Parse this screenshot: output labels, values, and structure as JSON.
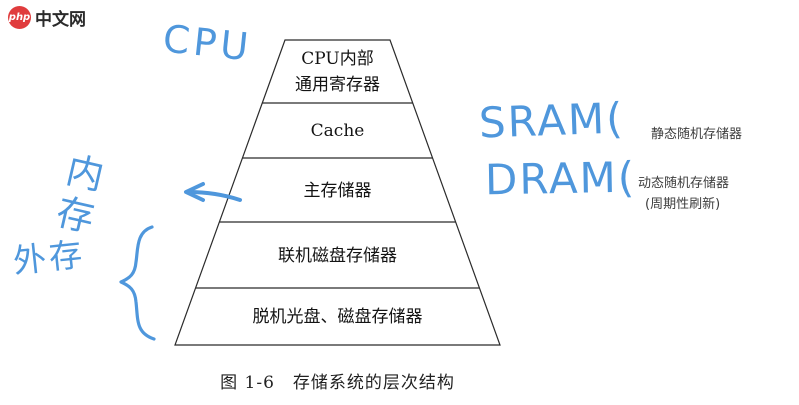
{
  "logo": {
    "badge": "php",
    "site": "中文网"
  },
  "colors": {
    "ink": "#4f97dc",
    "diagram_line": "#2b2b2b",
    "logo_red": "#e03c3d"
  },
  "pyramid": {
    "levels": [
      {
        "line1": "CPU内部",
        "line2": "通用寄存器"
      },
      {
        "line1": "Cache",
        "line2": ""
      },
      {
        "line1": "主存储器",
        "line2": ""
      },
      {
        "line1": "联机磁盘存储器",
        "line2": ""
      },
      {
        "line1": "脱机光盘、磁盘存储器",
        "line2": ""
      }
    ],
    "caption": "图 1-6　存储系统的层次结构"
  },
  "annotations": {
    "cpu": "CPU",
    "memory": "内存",
    "external": "外存",
    "sram": "SRAM(",
    "sram_note": "静态随机存储器",
    "dram": "DRAM(",
    "dram_note": "动态随机存储器",
    "dram_refresh_note": "(周期性刷新)"
  }
}
